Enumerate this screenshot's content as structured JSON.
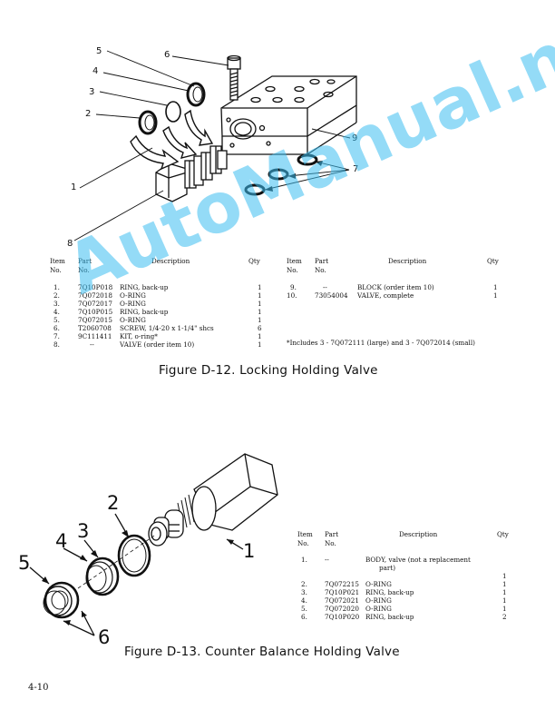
{
  "figure1": {
    "callouts": [
      "1",
      "2",
      "3",
      "4",
      "5",
      "6",
      "7",
      "8",
      "9"
    ],
    "caption": "Figure D-12. Locking Holding Valve",
    "headers": {
      "item": "Item",
      "no": "No.",
      "part": "Part",
      "part_no": "No.",
      "description": "Description",
      "qty": "Qty"
    },
    "left_rows": [
      {
        "item": "1.",
        "part": "7Q10P018",
        "desc": "RING, back-up",
        "qty": "1"
      },
      {
        "item": "2.",
        "part": "7Q072018",
        "desc": "O-RING",
        "qty": "1"
      },
      {
        "item": "3.",
        "part": "7Q072017",
        "desc": "O-RING",
        "qty": "1"
      },
      {
        "item": "4.",
        "part": "7Q10P015",
        "desc": "RING, back-up",
        "qty": "1"
      },
      {
        "item": "5.",
        "part": "7Q072015",
        "desc": "O-RING",
        "qty": "1"
      },
      {
        "item": "6.",
        "part": "T2060708",
        "desc": "SCREW, 1/4-20 x 1-1/4\" shcs",
        "qty": "6"
      },
      {
        "item": "7.",
        "part": "9C111411",
        "desc": "KIT, o-ring*",
        "qty": "1"
      },
      {
        "item": "8.",
        "part": "--",
        "desc": "VALVE (order item 10)",
        "qty": "1"
      }
    ],
    "right_rows": [
      {
        "item": "9.",
        "part": "--",
        "desc": "BLOCK (order item 10)",
        "qty": "1"
      },
      {
        "item": "10.",
        "part": "73054004",
        "desc": "VALVE, complete",
        "qty": "1"
      }
    ],
    "footnote": "*Includes 3 - 7Q072111 (large) and 3 - 7Q072014 (small)"
  },
  "figure2": {
    "callouts": [
      "1",
      "2",
      "3",
      "4",
      "5",
      "6"
    ],
    "caption": "Figure D-13. Counter Balance Holding Valve",
    "headers": {
      "item": "Item",
      "no": "No.",
      "part": "Part",
      "part_no": "No.",
      "description": "Description",
      "qty": "Qty"
    },
    "rows": [
      {
        "item": "1.",
        "part": "--",
        "desc": "BODY, valve (not a replacement",
        "desc2": "part)",
        "qty": "1"
      },
      {
        "item": "2.",
        "part": "7Q072215",
        "desc": "O-RING",
        "qty": "1"
      },
      {
        "item": "3.",
        "part": "7Q10P021",
        "desc": "RING, back-up",
        "qty": "1"
      },
      {
        "item": "4.",
        "part": "7Q072021",
        "desc": "O-RING",
        "qty": "1"
      },
      {
        "item": "5.",
        "part": "7Q072020",
        "desc": "O-RING",
        "qty": "1"
      },
      {
        "item": "6.",
        "part": "7Q10P020",
        "desc": "RING, back-up",
        "qty": "2"
      }
    ]
  },
  "page_number": "4-10",
  "watermark": "AutoManual.net"
}
